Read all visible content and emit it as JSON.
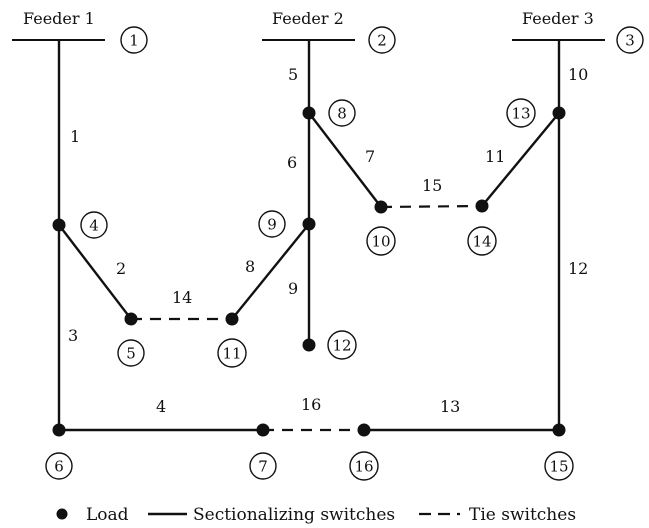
{
  "feeders": [
    {
      "label": "Feeder 1",
      "node": "1"
    },
    {
      "label": "Feeder 2",
      "node": "2"
    },
    {
      "label": "Feeder 3",
      "node": "3"
    }
  ],
  "nodes": [
    "4",
    "5",
    "6",
    "7",
    "8",
    "9",
    "10",
    "11",
    "12",
    "13",
    "14",
    "15",
    "16"
  ],
  "sectionalizing_branches": [
    "1",
    "2",
    "3",
    "4",
    "5",
    "6",
    "7",
    "8",
    "9",
    "10",
    "11",
    "12",
    "13"
  ],
  "tie_branches": [
    "14",
    "15",
    "16"
  ],
  "legend": {
    "load": "Load",
    "sectionalizing": "Sectionalizing switches",
    "tie": "Tie switches"
  }
}
